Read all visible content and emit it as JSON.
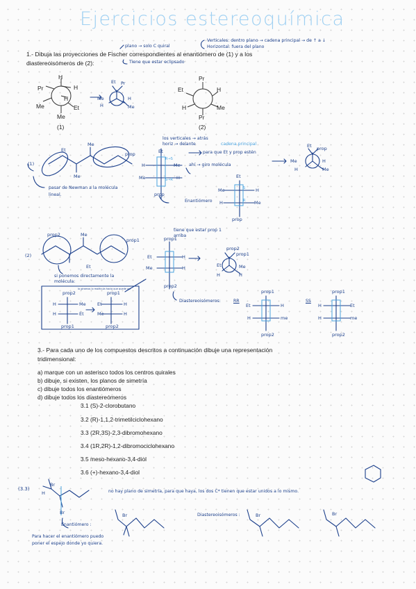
{
  "title": "Ejercicios estereoquímica",
  "ex1": {
    "line1": "1.- Dibuja las proyecciones de Fischer correspondientes al enantiómero de (1) y a los",
    "line2": "diastereoisómeros de (2):",
    "note_plano": "plano → solo C quiral",
    "note_verticales": "Verticales: dentro plano → cadena principal → de ↑ a ↓",
    "note_horizontales": "Horizontal: fuera del plano",
    "note_eclipsado": "Tiene que estar eclipsado",
    "mol1_label": "(1)",
    "mol2_label": "(2)",
    "mol1_atoms": {
      "pr": "Pr",
      "h_top": "H",
      "h_right": "H",
      "me_left": "Me",
      "et": "Et",
      "h_mid": "H",
      "me_bottom": "Me"
    },
    "mol2_atoms": {
      "pr_top": "Pr",
      "et": "Et",
      "h_right": "H",
      "h_left": "H",
      "me": "Me",
      "pr_bottom": "Pr"
    },
    "newman1": {
      "et": "Et",
      "pr": "Pr",
      "me": "Me",
      "h1": "H",
      "h2": "H",
      "me2": "Me"
    }
  },
  "part1": {
    "label": "(1)",
    "et": "Et",
    "me": "Me",
    "me2": "Me",
    "prop": "prop",
    "note_newman": "pasar de Newman a la molécula lineal.",
    "note_verticales": "los verticales → atrás",
    "note_horiz": "horiz → delante",
    "note_cadena": "cadena principal",
    "note_prop": "para que Et y prop estén",
    "note_giro": "ahí → giro molécula",
    "enantiomero": "Enantiómero",
    "fischer1": {
      "top": "Et",
      "left": "H",
      "right": "Me",
      "bottom": "prop",
      "left2": "Me",
      "right2": "H",
      "r": "R→S",
      "s": "S→R"
    },
    "fischer2": {
      "top": "Et",
      "left": "Me",
      "right": "H",
      "left2": "H",
      "right2": "Me",
      "bottom": "prop",
      "r": "S",
      "s": "R"
    },
    "newman_out": {
      "et": "Et",
      "prop": "prop",
      "me": "Me",
      "h": "H",
      "h2": "H",
      "me2": "Me"
    }
  },
  "part2": {
    "label": "(2)",
    "prop2": "prop2",
    "prop1": "prop1",
    "me": "Me",
    "et": "Et",
    "note_directo": "si ponemos directamente la molécula:",
    "note_arriba": "tiene que estar prop 1 arriba",
    "box": {
      "note": "lo giramos lo molécula hacia que quede así",
      "top": "prop2",
      "l1": "H",
      "r1": "Me",
      "l2": "H",
      "r2": "Et",
      "bottom": "prop1",
      "top2": "prop1",
      "l3": "Et",
      "r3": "H",
      "l4": "Me",
      "r4": "H",
      "bottom2": "prop2"
    },
    "fischer": {
      "top": "prop1",
      "l1": "Et",
      "r1": "H",
      "l2": "Me",
      "r2": "H",
      "bottom": "prop2"
    },
    "newman": {
      "top": "prop2",
      "r": "prop1",
      "et": "Et",
      "h": "H",
      "me": "Me",
      "h2": "H"
    },
    "diastereo_label": "Diastereoisómeros:",
    "rr": "RR",
    "ss": "SS",
    "d1": {
      "top": "prop1",
      "l1": "Et",
      "r1": "H",
      "l2": "H",
      "r2": "me",
      "bottom": "prop2"
    },
    "d2": {
      "top": "prop1",
      "l1": "H",
      "r1": "Et",
      "l2": "H",
      "r2": "me",
      "bottom": "prop2"
    }
  },
  "ex3": {
    "line1": "3.- Para cada uno de los compuestos descritos a continuación dibuje una representación",
    "line2": "tridimensional:",
    "items": [
      "a) marque con un asterisco todos los centros quirales",
      "b) dibuje, si existen, los planos de simetría",
      "c) dibuje todos los enantiómeros",
      "d) dibuje todos los diastereómeros"
    ],
    "compounds": [
      "3.1 (S)-2-clorobutano",
      "3.2 (R)-1,1,2-trimetilciclohexano",
      "3.3 (2R,3S)-2,3-dibromohexano",
      "3.4 (1R,2R)-1,2-dibromociclohexano",
      "3.5 meso-hexano-3,4-diol",
      "3.6 (+)-hexano-3,4-diol"
    ]
  },
  "ex33": {
    "label": "(3.3)",
    "br": "Br",
    "h": "H",
    "note_plano": "no hay plano de simetría, para que haya, los dos C* tienen que estar unidos a lo mismo.",
    "enantiomero": "Enantiómero :",
    "diastereo": "Diastereoisómeros :",
    "note_espejo": "Para hacer el enantiómero puedo poner el espejo donde yo quiera."
  }
}
